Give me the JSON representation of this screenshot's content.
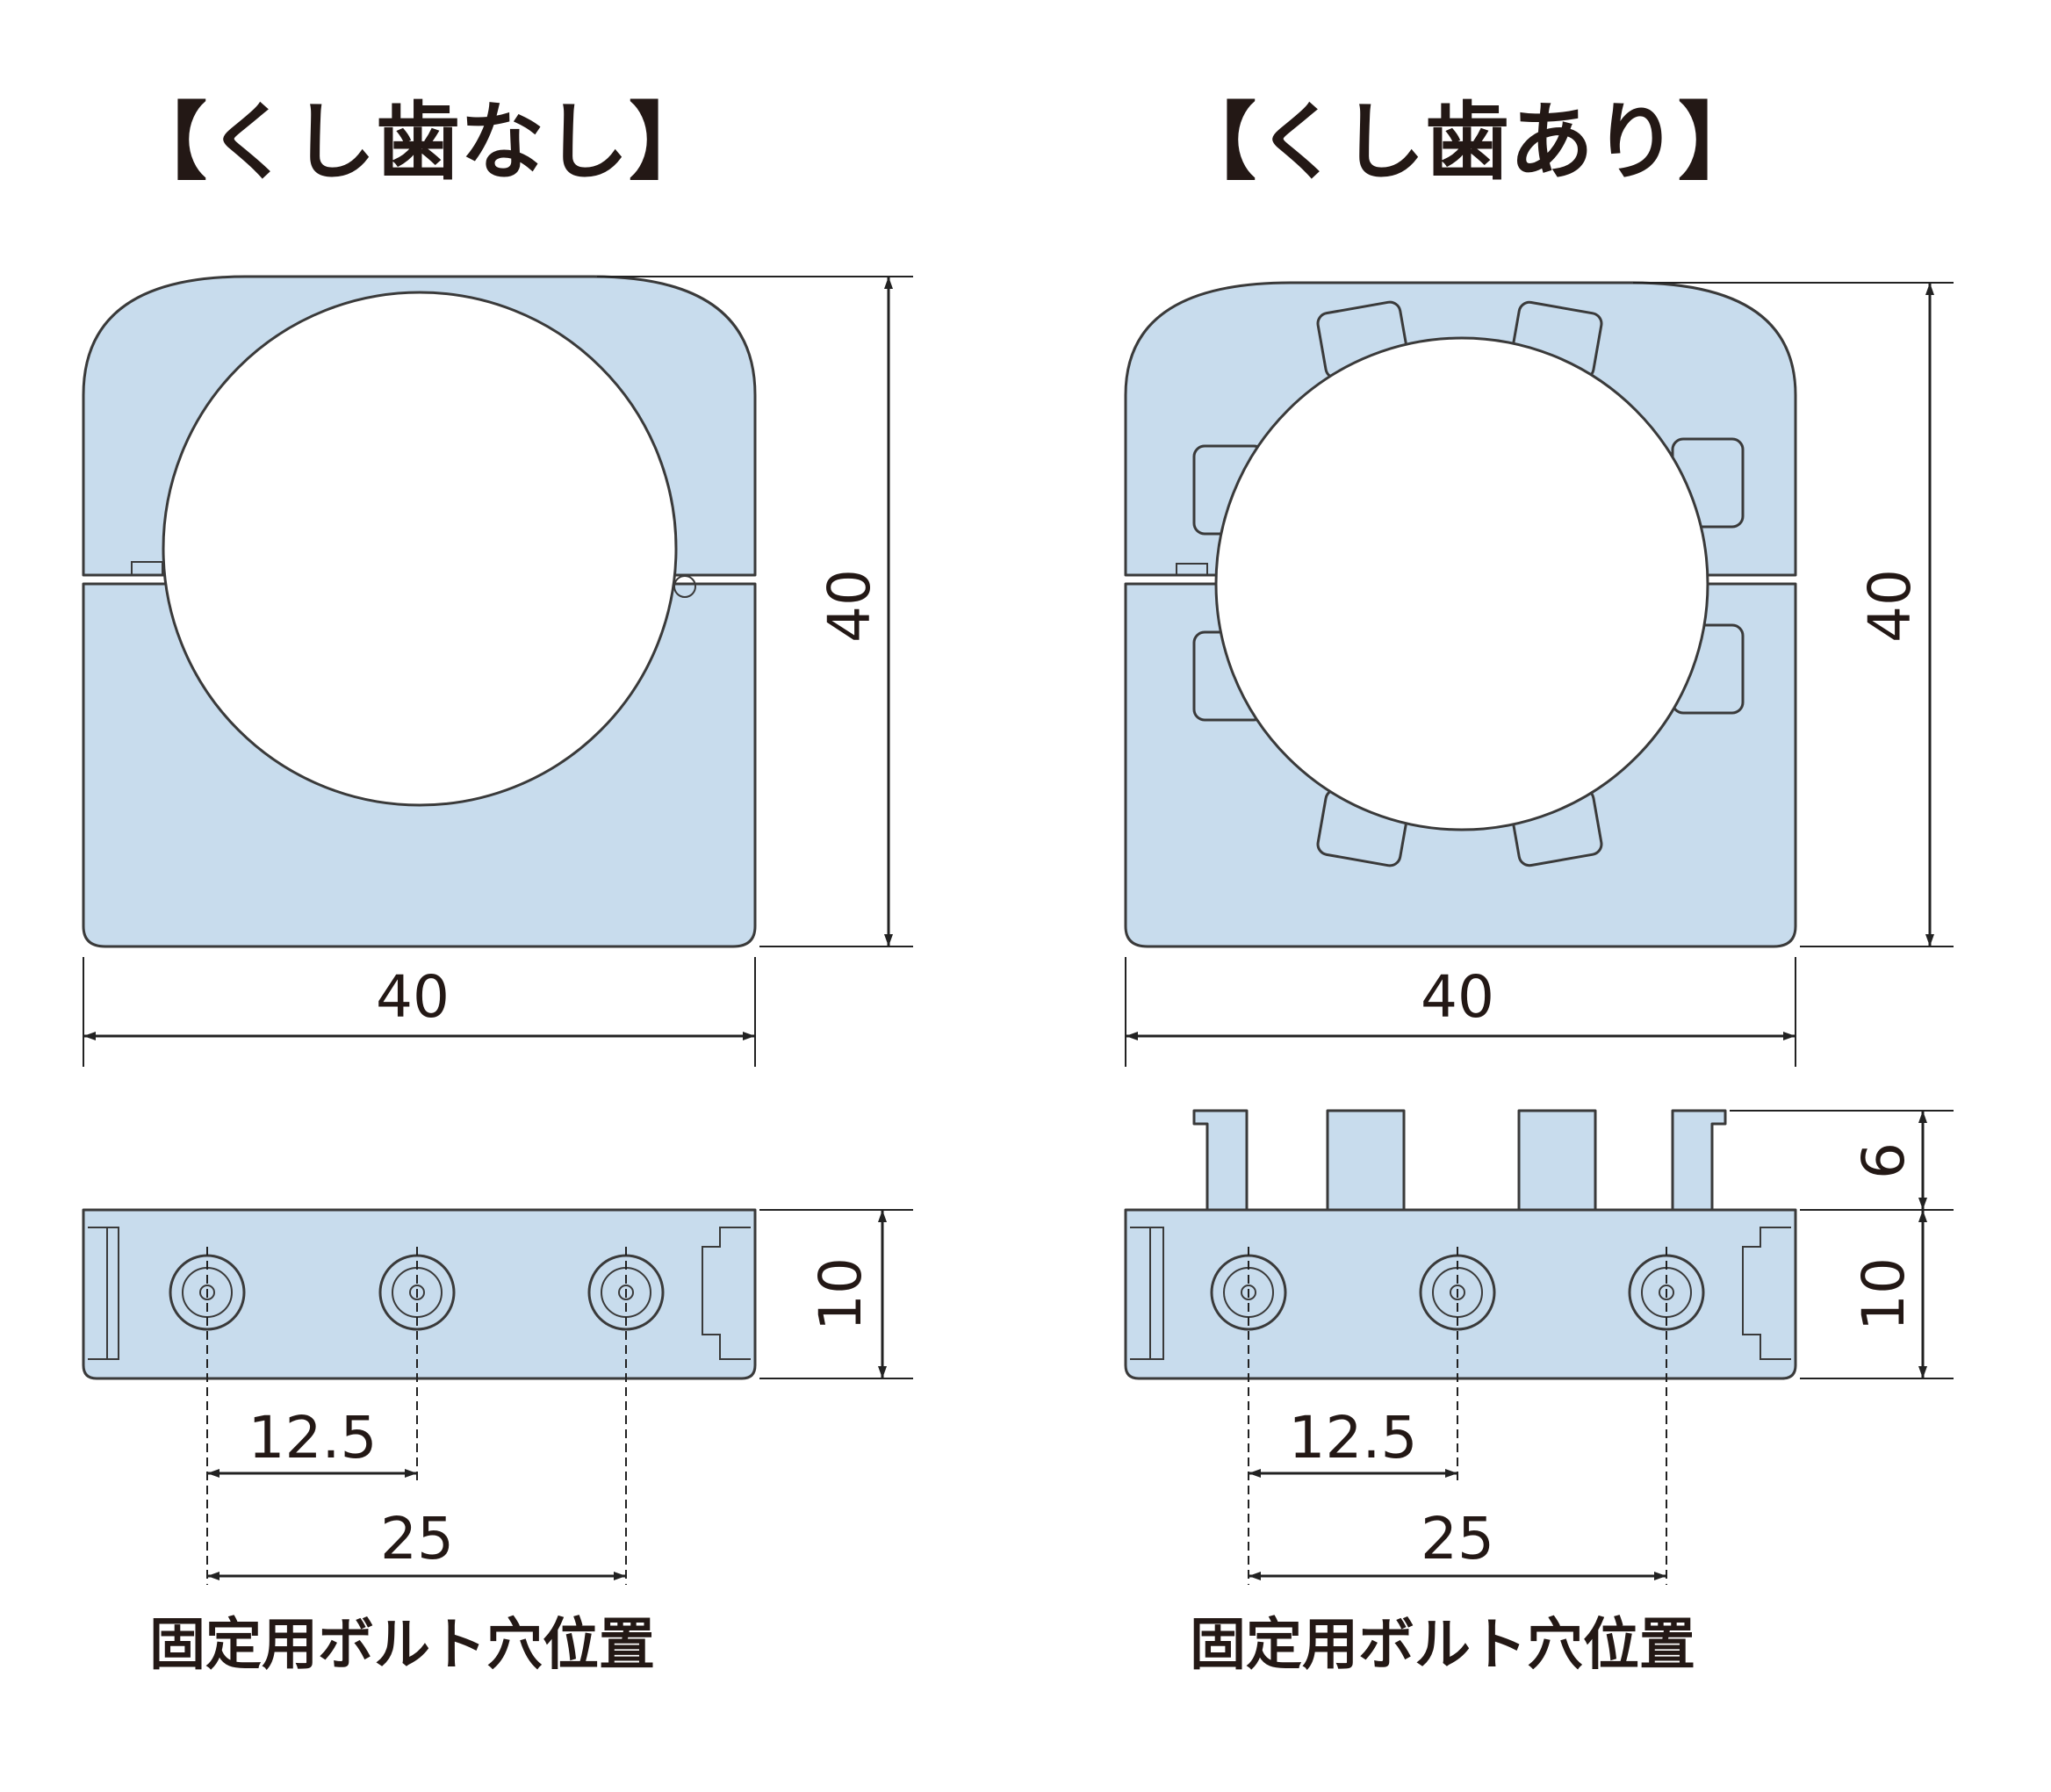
{
  "left": {
    "title": "【くし歯なし】",
    "width_label": "40",
    "height_label": "40",
    "thickness_label": "10",
    "pitch_half_label": "12.5",
    "pitch_full_label": "25",
    "caption": "固定用ボルト穴位置"
  },
  "right": {
    "title": "【くし歯あり】",
    "width_label": "40",
    "height_label": "40",
    "teeth_label": "6",
    "thickness_label": "10",
    "pitch_half_label": "12.5",
    "pitch_full_label": "25",
    "caption": "固定用ボルト穴位置"
  },
  "colors": {
    "part_fill": "#c8dced",
    "outline": "#3a3a3a",
    "text": "#231815"
  }
}
